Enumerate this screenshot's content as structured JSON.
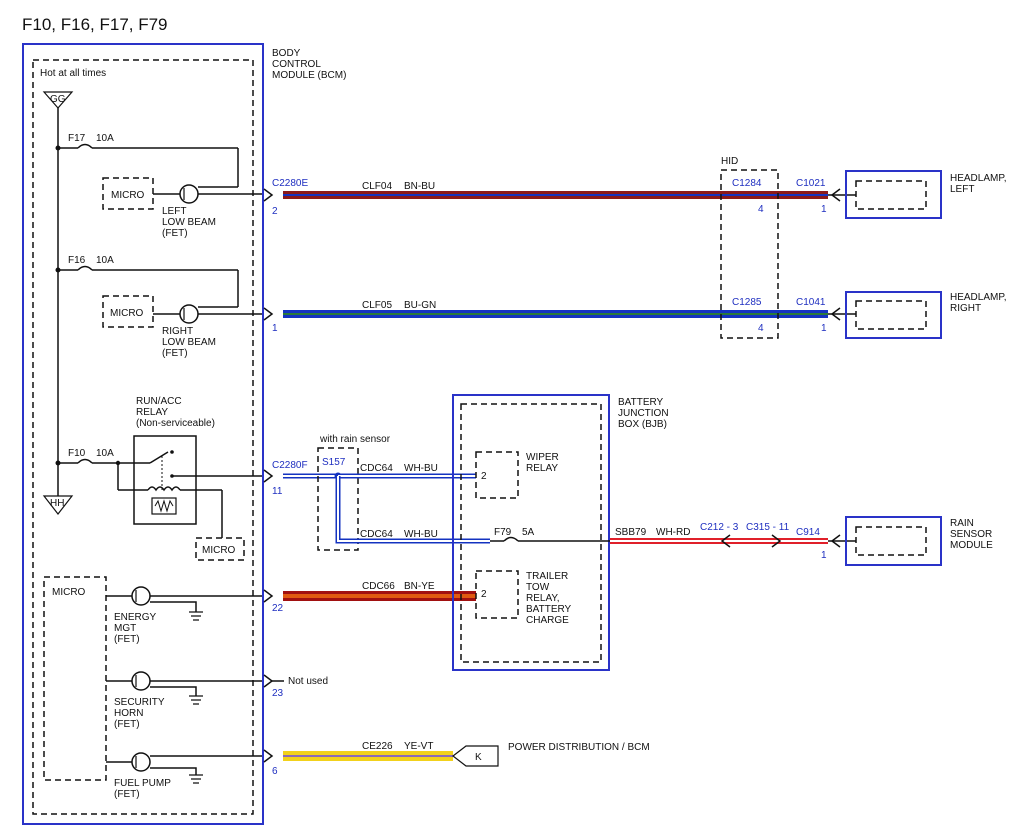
{
  "title": "F10, F16, F17, F79",
  "bcm": {
    "name": "BODY\nCONTROL\nMODULE (BCM)",
    "hot_label": "Hot at all times",
    "bus_top": "GG",
    "bus_bottom": "HH",
    "f17": {
      "name": "F17",
      "rating": "10A"
    },
    "f16": {
      "name": "F16",
      "rating": "10A"
    },
    "f10": {
      "name": "F10",
      "rating": "10A"
    },
    "micro": "MICRO",
    "left_fet": "LEFT\nLOW BEAM\n(FET)",
    "right_fet": "RIGHT\nLOW BEAM\n(FET)",
    "relay": "RUN/ACC\nRELAY\n(Non-serviceable)",
    "energy_fet": "ENERGY\nMGT\n(FET)",
    "security_fet": "SECURITY\nHORN\n(FET)",
    "fuel_fet": "FUEL PUMP\n(FET)"
  },
  "connectors": {
    "c2280e": "C2280E",
    "c2280e_pin_lb": "2",
    "c2280e_pin_rb": "1",
    "c2280f": "C2280F",
    "pin11": "11",
    "pin22": "22",
    "pin23": "23",
    "pin6": "6",
    "hid": "HID",
    "c1284": "C1284",
    "c1284_pin": "4",
    "c1285": "C1285",
    "c1285_pin": "4",
    "c1021": "C1021",
    "c1021_pin": "1",
    "c1041": "C1041",
    "c1041_pin": "1",
    "c212": "C212 - 3",
    "c315": "C315 - 11",
    "c914": "C914",
    "c914_pin": "1",
    "s157": "S157",
    "with_rain": "with rain sensor",
    "not_used": "Not used"
  },
  "wires": {
    "clf04": {
      "circuit": "CLF04",
      "color": "BN-BU"
    },
    "clf05": {
      "circuit": "CLF05",
      "color": "BU-GN"
    },
    "cdc64a": {
      "circuit": "CDC64",
      "color": "WH-BU"
    },
    "cdc64b": {
      "circuit": "CDC64",
      "color": "WH-BU"
    },
    "cdc66": {
      "circuit": "CDC66",
      "color": "BN-YE"
    },
    "sbb79": {
      "circuit": "SBB79",
      "color": "WH-RD"
    },
    "ce226": {
      "circuit": "CE226",
      "color": "YE-VT"
    }
  },
  "bjb": {
    "name": "BATTERY\nJUNCTION\nBOX (BJB)",
    "f79": {
      "name": "F79",
      "rating": "5A"
    },
    "wiper": "WIPER\nRELAY",
    "wiper_pin": "2",
    "trailer": "TRAILER\nTOW\nRELAY,\nBATTERY\nCHARGE",
    "trailer_pin": "2"
  },
  "components": {
    "headlamp_left": "HEADLAMP,\nLEFT",
    "headlamp_right": "HEADLAMP,\nRIGHT",
    "rain_sensor": "RAIN\nSENSOR\nMODULE",
    "power_dist": "POWER DISTRIBUTION / BCM",
    "k": "K"
  },
  "colors": {
    "brown": "#8b1a1a",
    "blue": "#1433c0",
    "white": "#ffffff",
    "red": "#e0202a",
    "yellow": "#f2d11b",
    "orange": "#e05a10",
    "violet": "#8a6ab8",
    "frame": "#2a33c8"
  }
}
